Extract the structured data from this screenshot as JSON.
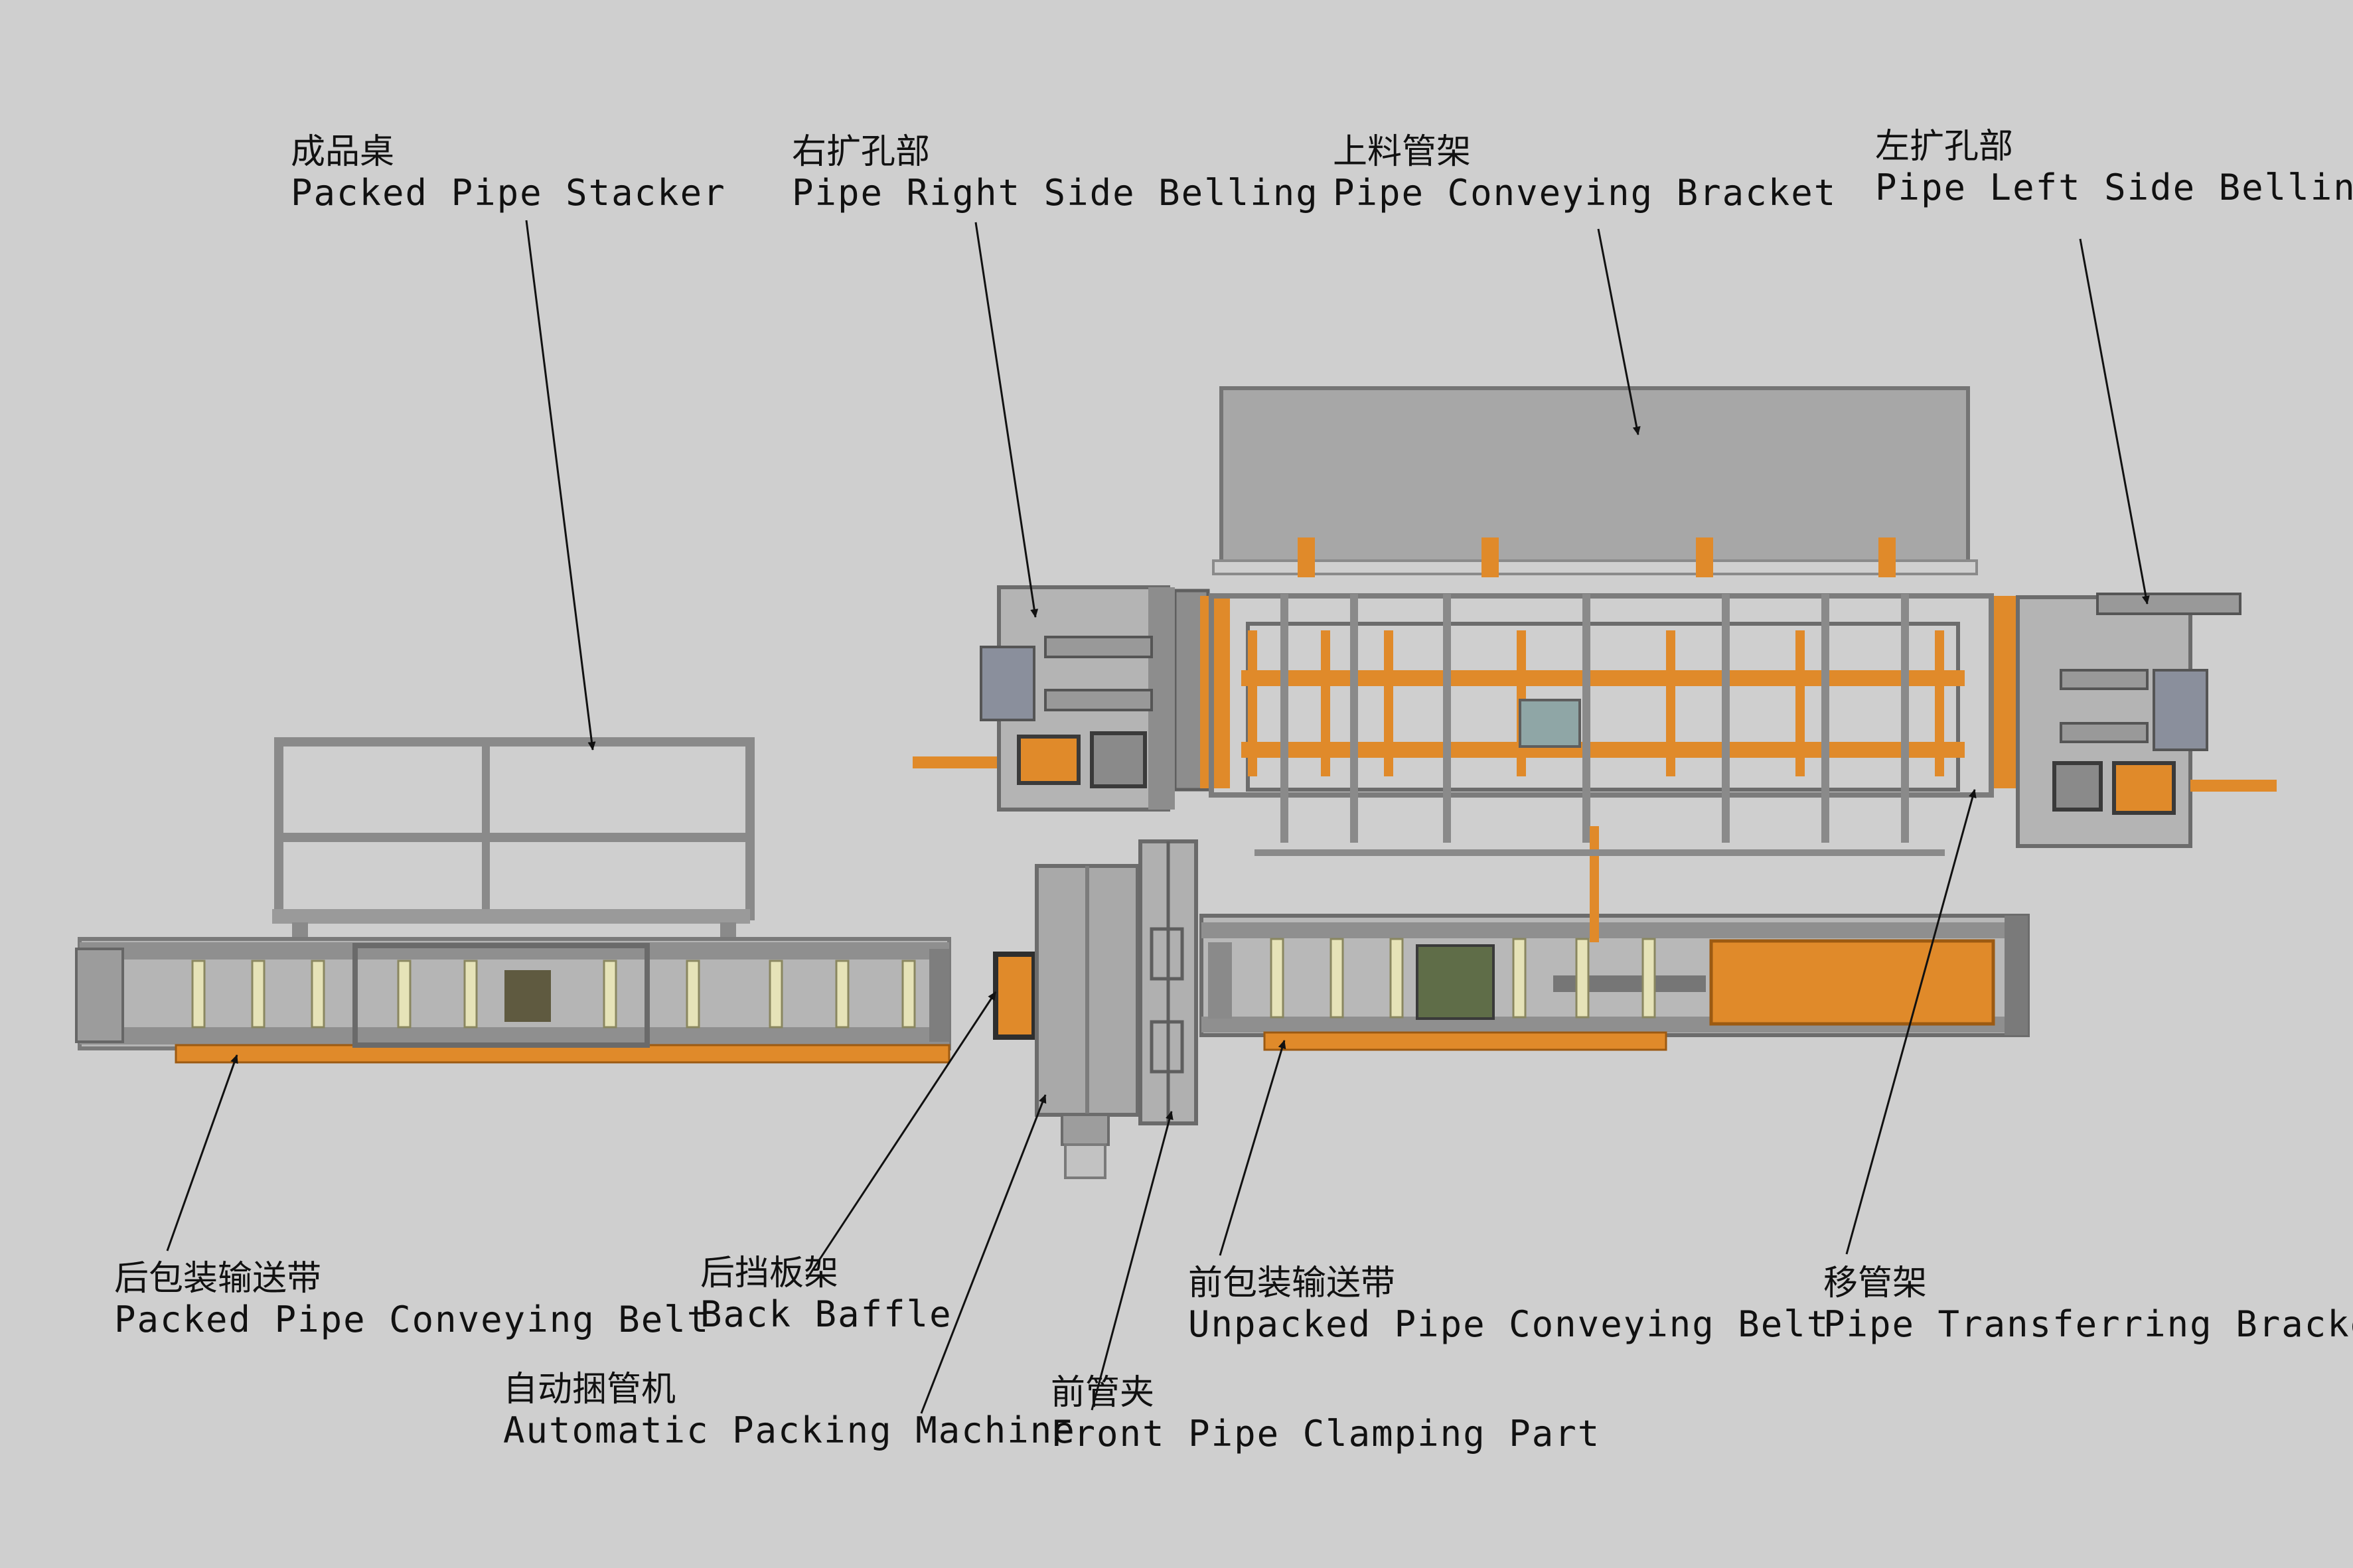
{
  "colors": {
    "background": "#cfcfcf",
    "frame_steel": "#8d8d8d",
    "frame_dark": "#5e5e5e",
    "panel_grey": "#a9a9a9",
    "accent_orange": "#e08a2a",
    "roller_cream": "#e6e3b8",
    "leader_line": "#111111"
  },
  "callouts": [
    {
      "id": "packed-pipe-stacker",
      "zh": "成品桌",
      "en": "Packed Pipe Stacker"
    },
    {
      "id": "pipe-right-side-belling",
      "zh": "右扩孔部",
      "en": "Pipe Right Side Belling"
    },
    {
      "id": "pipe-conveying-bracket",
      "zh": "上料管架",
      "en": "Pipe Conveying Bracket"
    },
    {
      "id": "pipe-left-side-belling",
      "zh": "左扩孔部",
      "en": "Pipe Left Side Belling"
    },
    {
      "id": "packed-pipe-conveying-belt",
      "zh": "后包装输送带",
      "en": "Packed Pipe Conveying Belt"
    },
    {
      "id": "back-baffle",
      "zh": "后挡板架",
      "en": "Back Baffle"
    },
    {
      "id": "automatic-packing-machine",
      "zh": "自动捆管机",
      "en": "Automatic Packing Machine"
    },
    {
      "id": "front-pipe-clamping-part",
      "zh": "前管夹",
      "en": "Front Pipe Clamping Part"
    },
    {
      "id": "unpacked-pipe-conveying-belt",
      "zh": "前包装输送带",
      "en": "Unpacked Pipe Conveying Belt"
    },
    {
      "id": "pipe-transferring-bracket",
      "zh": "移管架",
      "en": "Pipe Transferring Bracket"
    }
  ]
}
